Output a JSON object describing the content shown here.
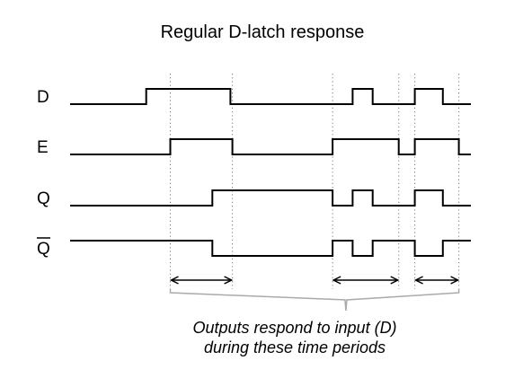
{
  "title": "Regular D-latch response",
  "signals": [
    {
      "label": "D",
      "overline": false,
      "initial": 0,
      "transitions": [
        0.19,
        0.4,
        0.705,
        0.755,
        0.86,
        0.93
      ]
    },
    {
      "label": "E",
      "overline": false,
      "initial": 0,
      "transitions": [
        0.25,
        0.405,
        0.655,
        0.82,
        0.86,
        0.97
      ]
    },
    {
      "label": "Q",
      "overline": false,
      "initial": 0,
      "transitions": [
        0.355,
        0.655,
        0.705,
        0.755,
        0.86,
        0.93
      ]
    },
    {
      "label": "Q",
      "overline": true,
      "initial": 1,
      "transitions": [
        0.355,
        0.655,
        0.705,
        0.755,
        0.86,
        0.93
      ]
    }
  ],
  "enable_periods": [
    [
      0.25,
      0.405
    ],
    [
      0.655,
      0.82
    ],
    [
      0.86,
      0.97
    ]
  ],
  "annotation": {
    "line1": "Outputs respond to input (D)",
    "line2": "during these time periods"
  }
}
